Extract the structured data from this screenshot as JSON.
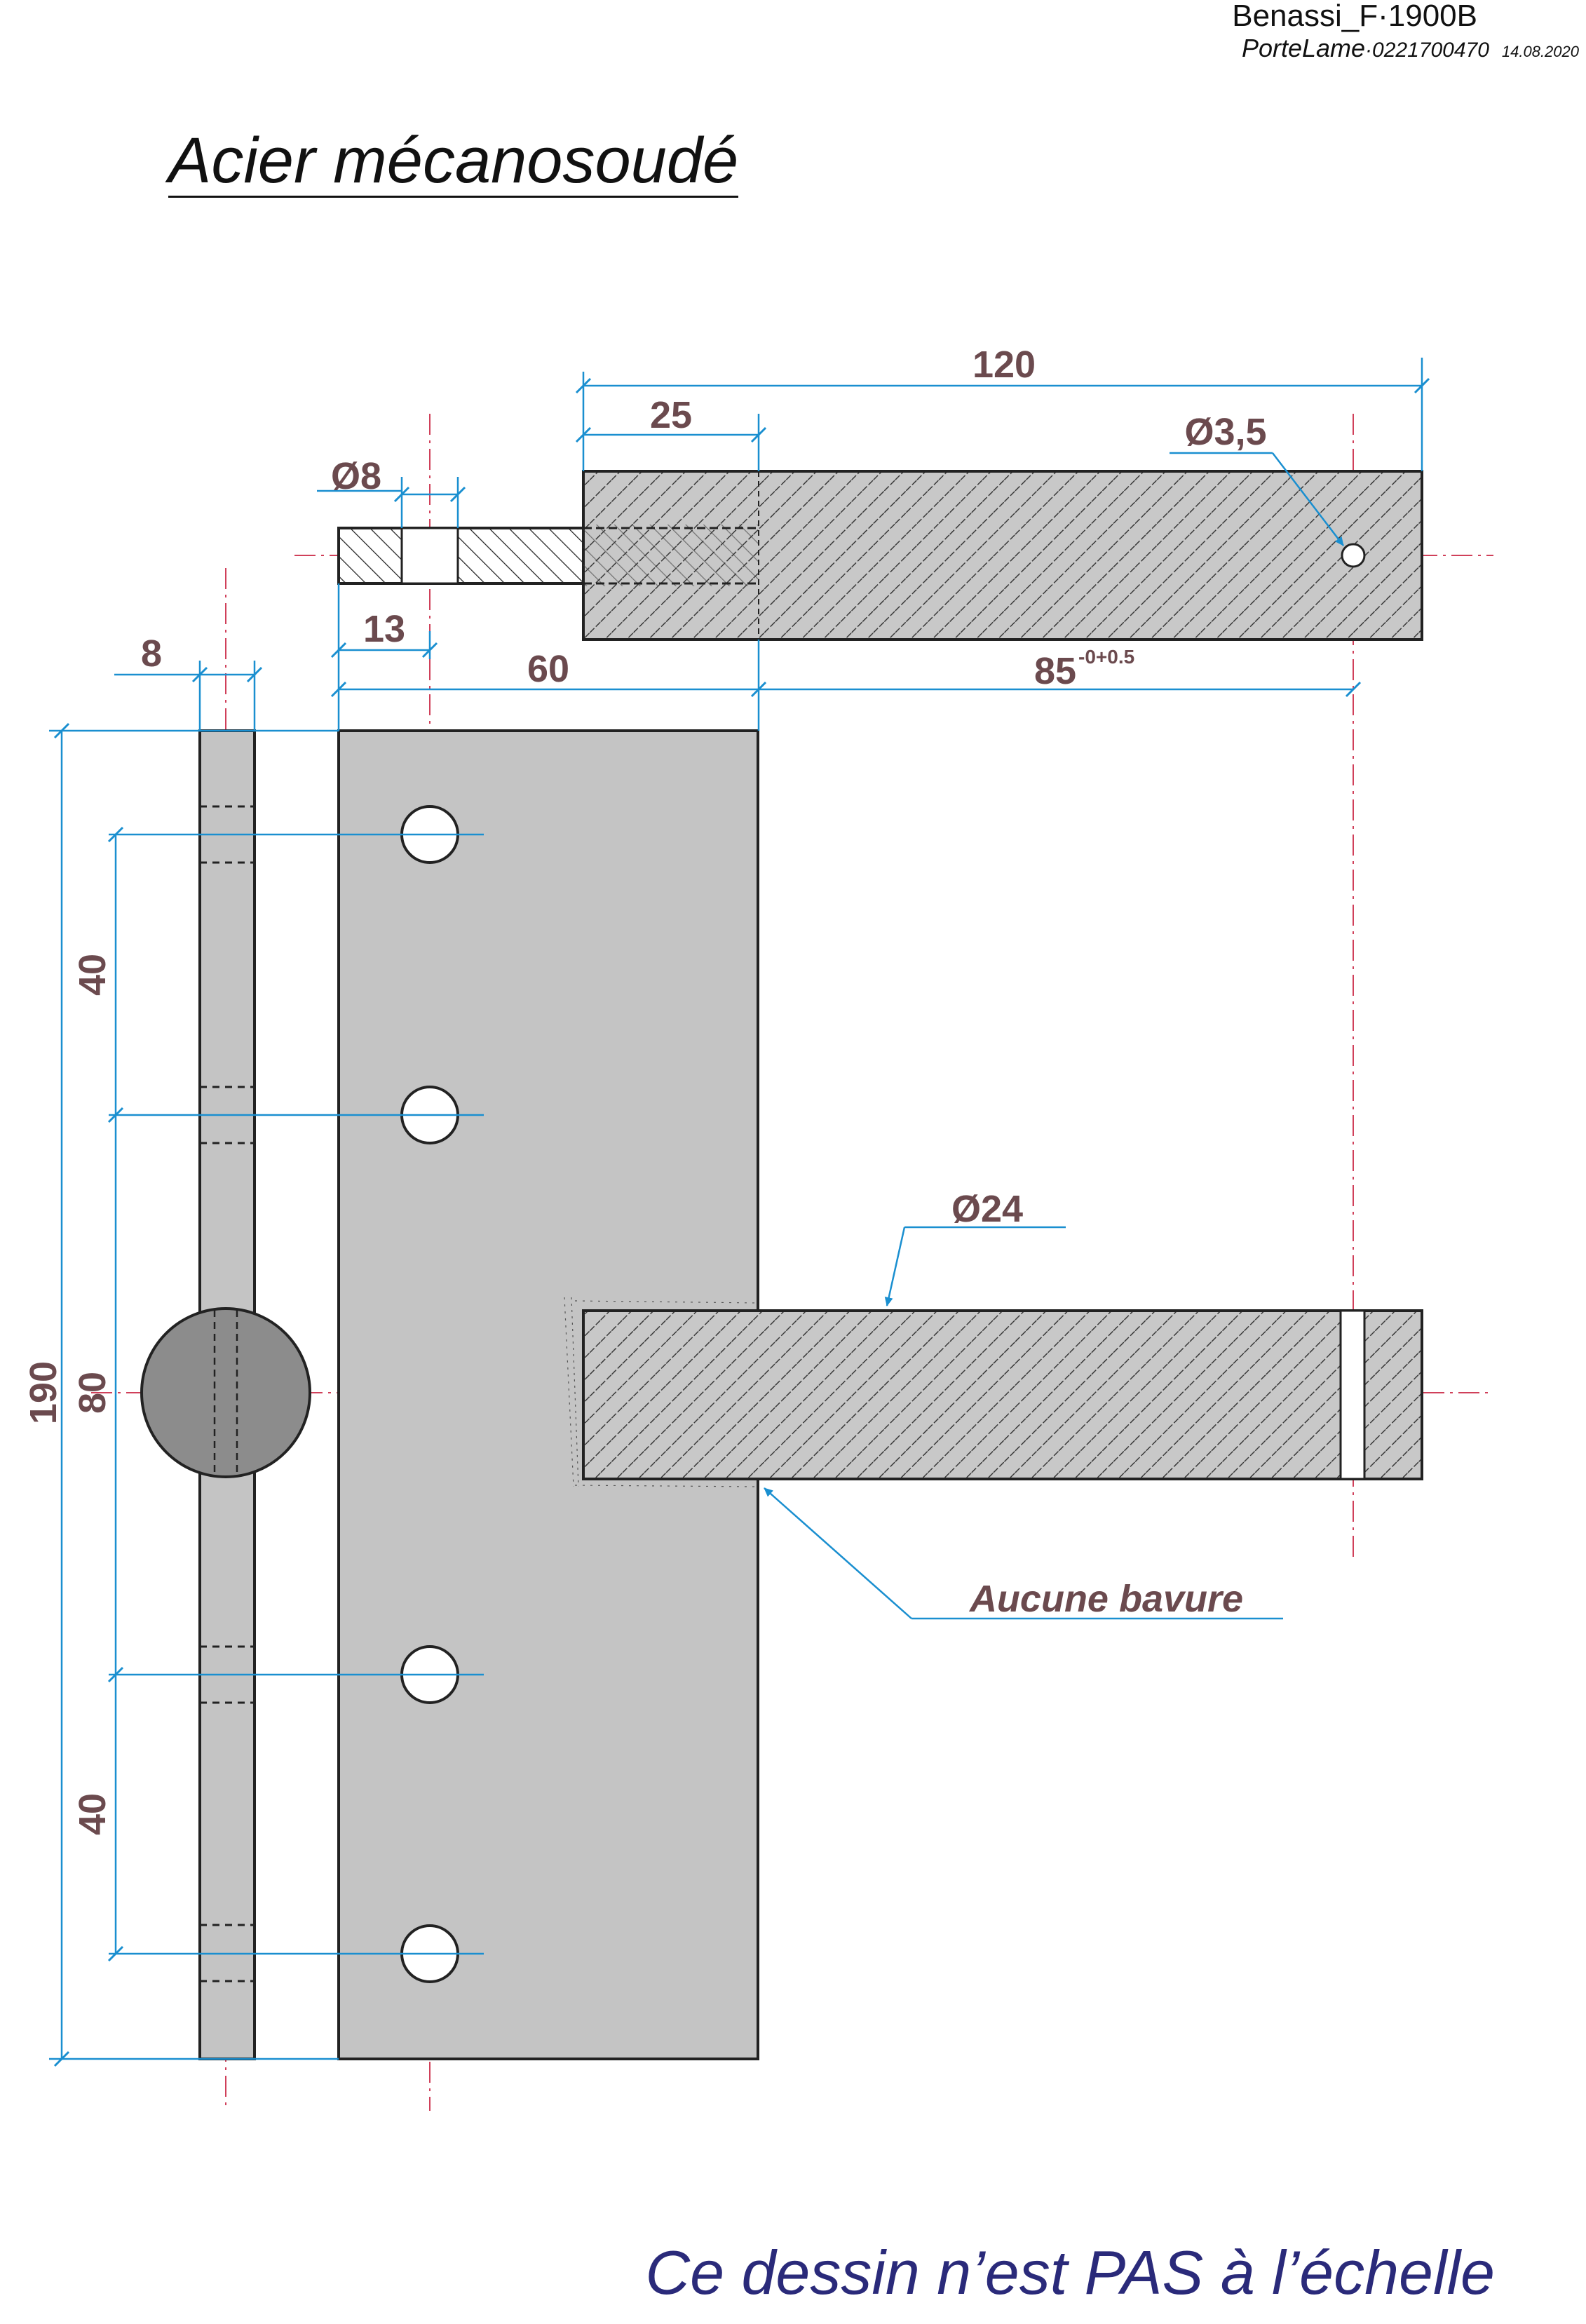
{
  "header": {
    "title": "Benassi_F·1900B",
    "part": "PorteLame",
    "code": "·0221700470",
    "date": "14.08.2020"
  },
  "heading": "Acier mécanosoudé",
  "dimensions": {
    "d120": "120",
    "d25": "25",
    "dia35": "Ø3,5",
    "dia8": "Ø8",
    "d13": "13",
    "d8": "8",
    "d60": "60",
    "d85": "85",
    "d85_tol": "-0+0.5",
    "d190": "190",
    "d40a": "40",
    "d80": "80",
    "d40b": "40",
    "dia24": "Ø24"
  },
  "notes": {
    "burr": "Aucune bavure"
  },
  "footer": "Ce dessin n’est PAS à l’échelle",
  "colors": {
    "dimension_line": "#1a8fd0",
    "dimension_text": "#6b4a4e",
    "center_line": "#d0405a",
    "plate_fill": "#c4c4c4",
    "rod_end_fill": "#8c8c8c",
    "footer_text": "#2a2a7a"
  }
}
